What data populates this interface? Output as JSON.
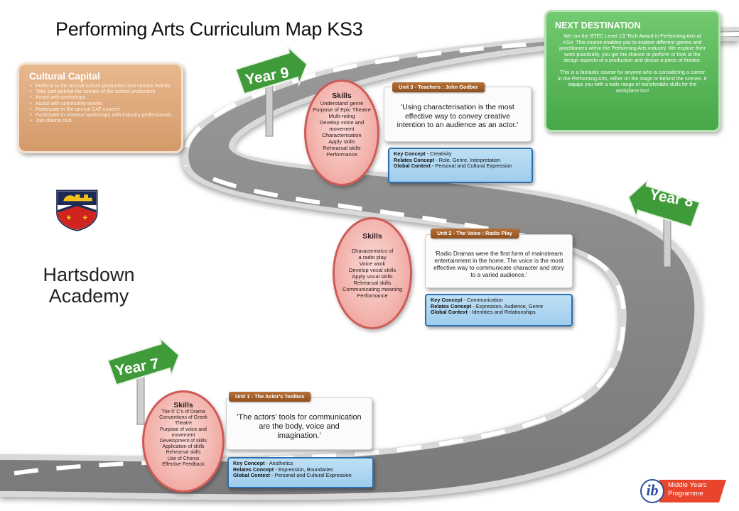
{
  "title": "Performing Arts Curriculum Map KS3",
  "cultural_capital": {
    "heading": "Cultural Capital",
    "items": [
      "Perform in the annual school production and various events",
      "Take part behind the scenes of the school production",
      "Assist with workshops",
      "Assist with community events",
      "Participate in the annual CAT concert",
      "Participate in external workshops with industry professionals",
      "Join drama club"
    ]
  },
  "next_destination": {
    "heading": "NEXT DESTINATION",
    "paragraph1": "We run the BTEC Level 1/2 Tech Award in Performing Arts at KS4. This course enables you to explore different genres and practitioners within the Performing Arts industry. We explore their work practically, you get the chance to perform or look at the design aspects of a production and devise a piece of theatre.",
    "paragraph2": "This is a fantastic course for anyone who is considering a career in the Performing Arts, either on the stage or behind the scenes. It equips you with a wide range of transferable skills for the workplace too!"
  },
  "school": {
    "line1": "Hartsdown",
    "line2": "Academy"
  },
  "signs": {
    "year9": "Year 9",
    "year8": "Year 8",
    "year7": "Year 7"
  },
  "year9": {
    "skills_heading": "Skills",
    "skills": [
      "Understand genre",
      "Purpose of Epic Theatre",
      "Multi-roling",
      "Develop voice and",
      "movement",
      "Characterisation",
      "Apply skills",
      "Rehearsal skills",
      "Performance"
    ],
    "unit_label": "Unit 3 - Teachers : John Godber",
    "quote": "'Using characterisation is the most effective way to convey creative intention to an audience as an actor.'",
    "key_concept_label": "Key Concept",
    "key_concept": "Creativity",
    "relates_concept_label": "Relates Concept",
    "relates_concept": "Role, Genre, Interpretation",
    "global_context_label": "Global Context",
    "global_context": "Personal and Cultural Expression"
  },
  "year8": {
    "skills_heading": "Skills",
    "skills": [
      "Characteristics of",
      "a radio play",
      "Voice work",
      "Develop vocal skills",
      "Apply vocal skills",
      "Rehearsal skills",
      "Communicating meaning",
      "Performance"
    ],
    "unit_label": "Unit 2 - The Voice : Radio Play",
    "quote": "'Radio Dramas were the first form of mainstream entertainment in the home. The voice is the most effective way to communicate character and story to a varied audience.'",
    "key_concept_label": "Key Concept",
    "key_concept": "Communication",
    "relates_concept_label": "Relates Concept",
    "relates_concept": "Expression, Audience, Genre",
    "global_context_label": "Global Context",
    "global_context": "Identities and Relationships"
  },
  "year7": {
    "skills_heading": "Skills",
    "skills": [
      "The 5' C's of Drama",
      "Conventions of Greek",
      "Theatre",
      "Purpose of voice and",
      "movement",
      "Development of skills",
      "Application of skills",
      "Rehearsal skills",
      "Use of Chorus",
      "Effective Feedback"
    ],
    "unit_label": "Unit 1 - The Actor's Toolbox",
    "quote": "'The actors' tools for communication are the body, voice and imagination.'",
    "key_concept_label": "Key Concept",
    "key_concept": "Aesthetics",
    "relates_concept_label": "Relates Concept",
    "relates_concept": "Expression, Boundaries",
    "global_context_label": "Global Context",
    "global_context": "Personal and Cultural Expression"
  },
  "ib": {
    "line1": "Middle Years",
    "line2": "Programme",
    "mark": "ib"
  },
  "colors": {
    "road": "#8c8c8c",
    "road_edge": "#e6e6e6",
    "sign_green": "#3f9a3a",
    "skills_pink": "#f3b3ad",
    "concept_blue": "#a9d3f0",
    "unit_brown": "#a0602a",
    "cultural_orange": "#dca77a",
    "next_green": "#5cb85c",
    "ib_red": "#e8452c"
  },
  "icons": {
    "shield": "school-crest-icon",
    "sign": "arrow-signpost-icon",
    "ib": "ib-logo-icon"
  }
}
